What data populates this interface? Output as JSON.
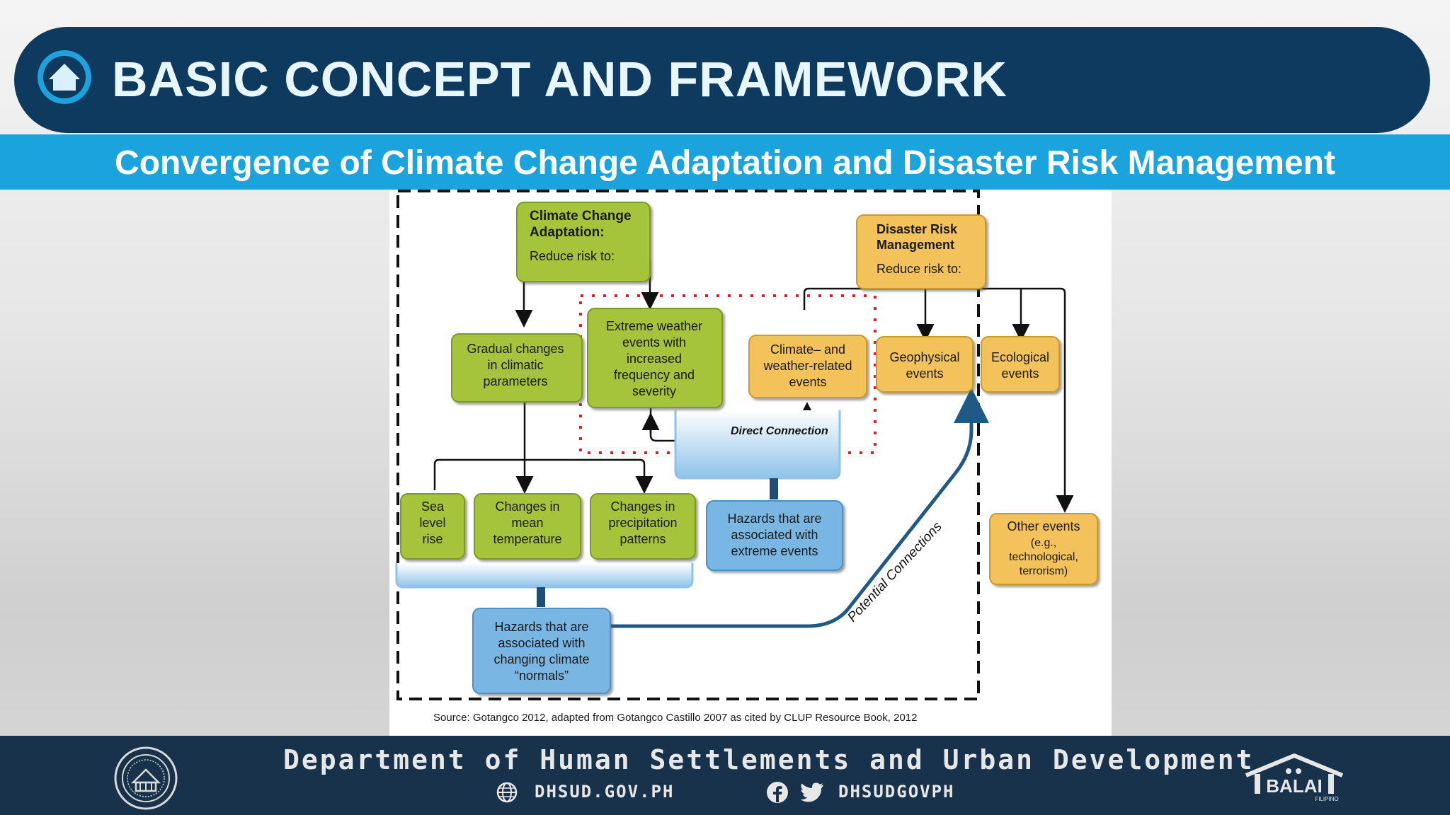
{
  "header": {
    "title": "BASIC CONCEPT AND FRAMEWORK",
    "subtitle": "Convergence of Climate Change Adaptation and Disaster Risk Management",
    "home_icon": "home-icon"
  },
  "diagram": {
    "cca_title_1": "Climate Change",
    "cca_title_2": "Adaptation:",
    "cca_reduce": "Reduce risk to:",
    "drm_title_1": "Disaster Risk",
    "drm_title_2": "Management",
    "drm_reduce": "Reduce risk to:",
    "gradual": [
      "Gradual changes",
      "in climatic",
      "parameters"
    ],
    "extreme": [
      "Extreme weather",
      "events with",
      "increased",
      "frequency and",
      "severity"
    ],
    "climate_weather": [
      "Climate– and",
      "weather-related",
      "events"
    ],
    "geophysical": [
      "Geophysical",
      "events"
    ],
    "ecological": [
      "Ecological",
      "events"
    ],
    "direct_connection": "Direct Connection",
    "sea": [
      "Sea",
      "level",
      "rise"
    ],
    "mean_temp": [
      "Changes in",
      "mean",
      "temperature"
    ],
    "precip": [
      "Changes in",
      "precipitation",
      "patterns"
    ],
    "hazards_extreme": [
      "Hazards that are",
      "associated with",
      "extreme events"
    ],
    "hazards_normals": [
      "Hazards that are",
      "associated with",
      "changing climate",
      "“normals”"
    ],
    "other_events": [
      "Other events",
      "(e.g.,",
      "technological,",
      "terrorism)"
    ],
    "potential": "Potential Connections",
    "source": "Source: Gotangco 2012, adapted from Gotangco Castillo 2007 as cited by CLUP Resource Book, 2012"
  },
  "footer": {
    "department": "Department of Human Settlements and Urban Development",
    "website": "DHSUD.GOV.PH",
    "social": "DHSUDGOVPH",
    "balai": "BALAI",
    "filipino": "FILIPINO",
    "seal_icon": "dhsud-seal-icon",
    "globe_icon": "globe-icon",
    "facebook_icon": "facebook-icon",
    "twitter_icon": "twitter-icon"
  },
  "colors": {
    "navy": "#0d3a5e",
    "cyan": "#1aa3dc",
    "green": "#a6c43b",
    "amber": "#f3c25a",
    "blue": "#7ab6e3"
  }
}
